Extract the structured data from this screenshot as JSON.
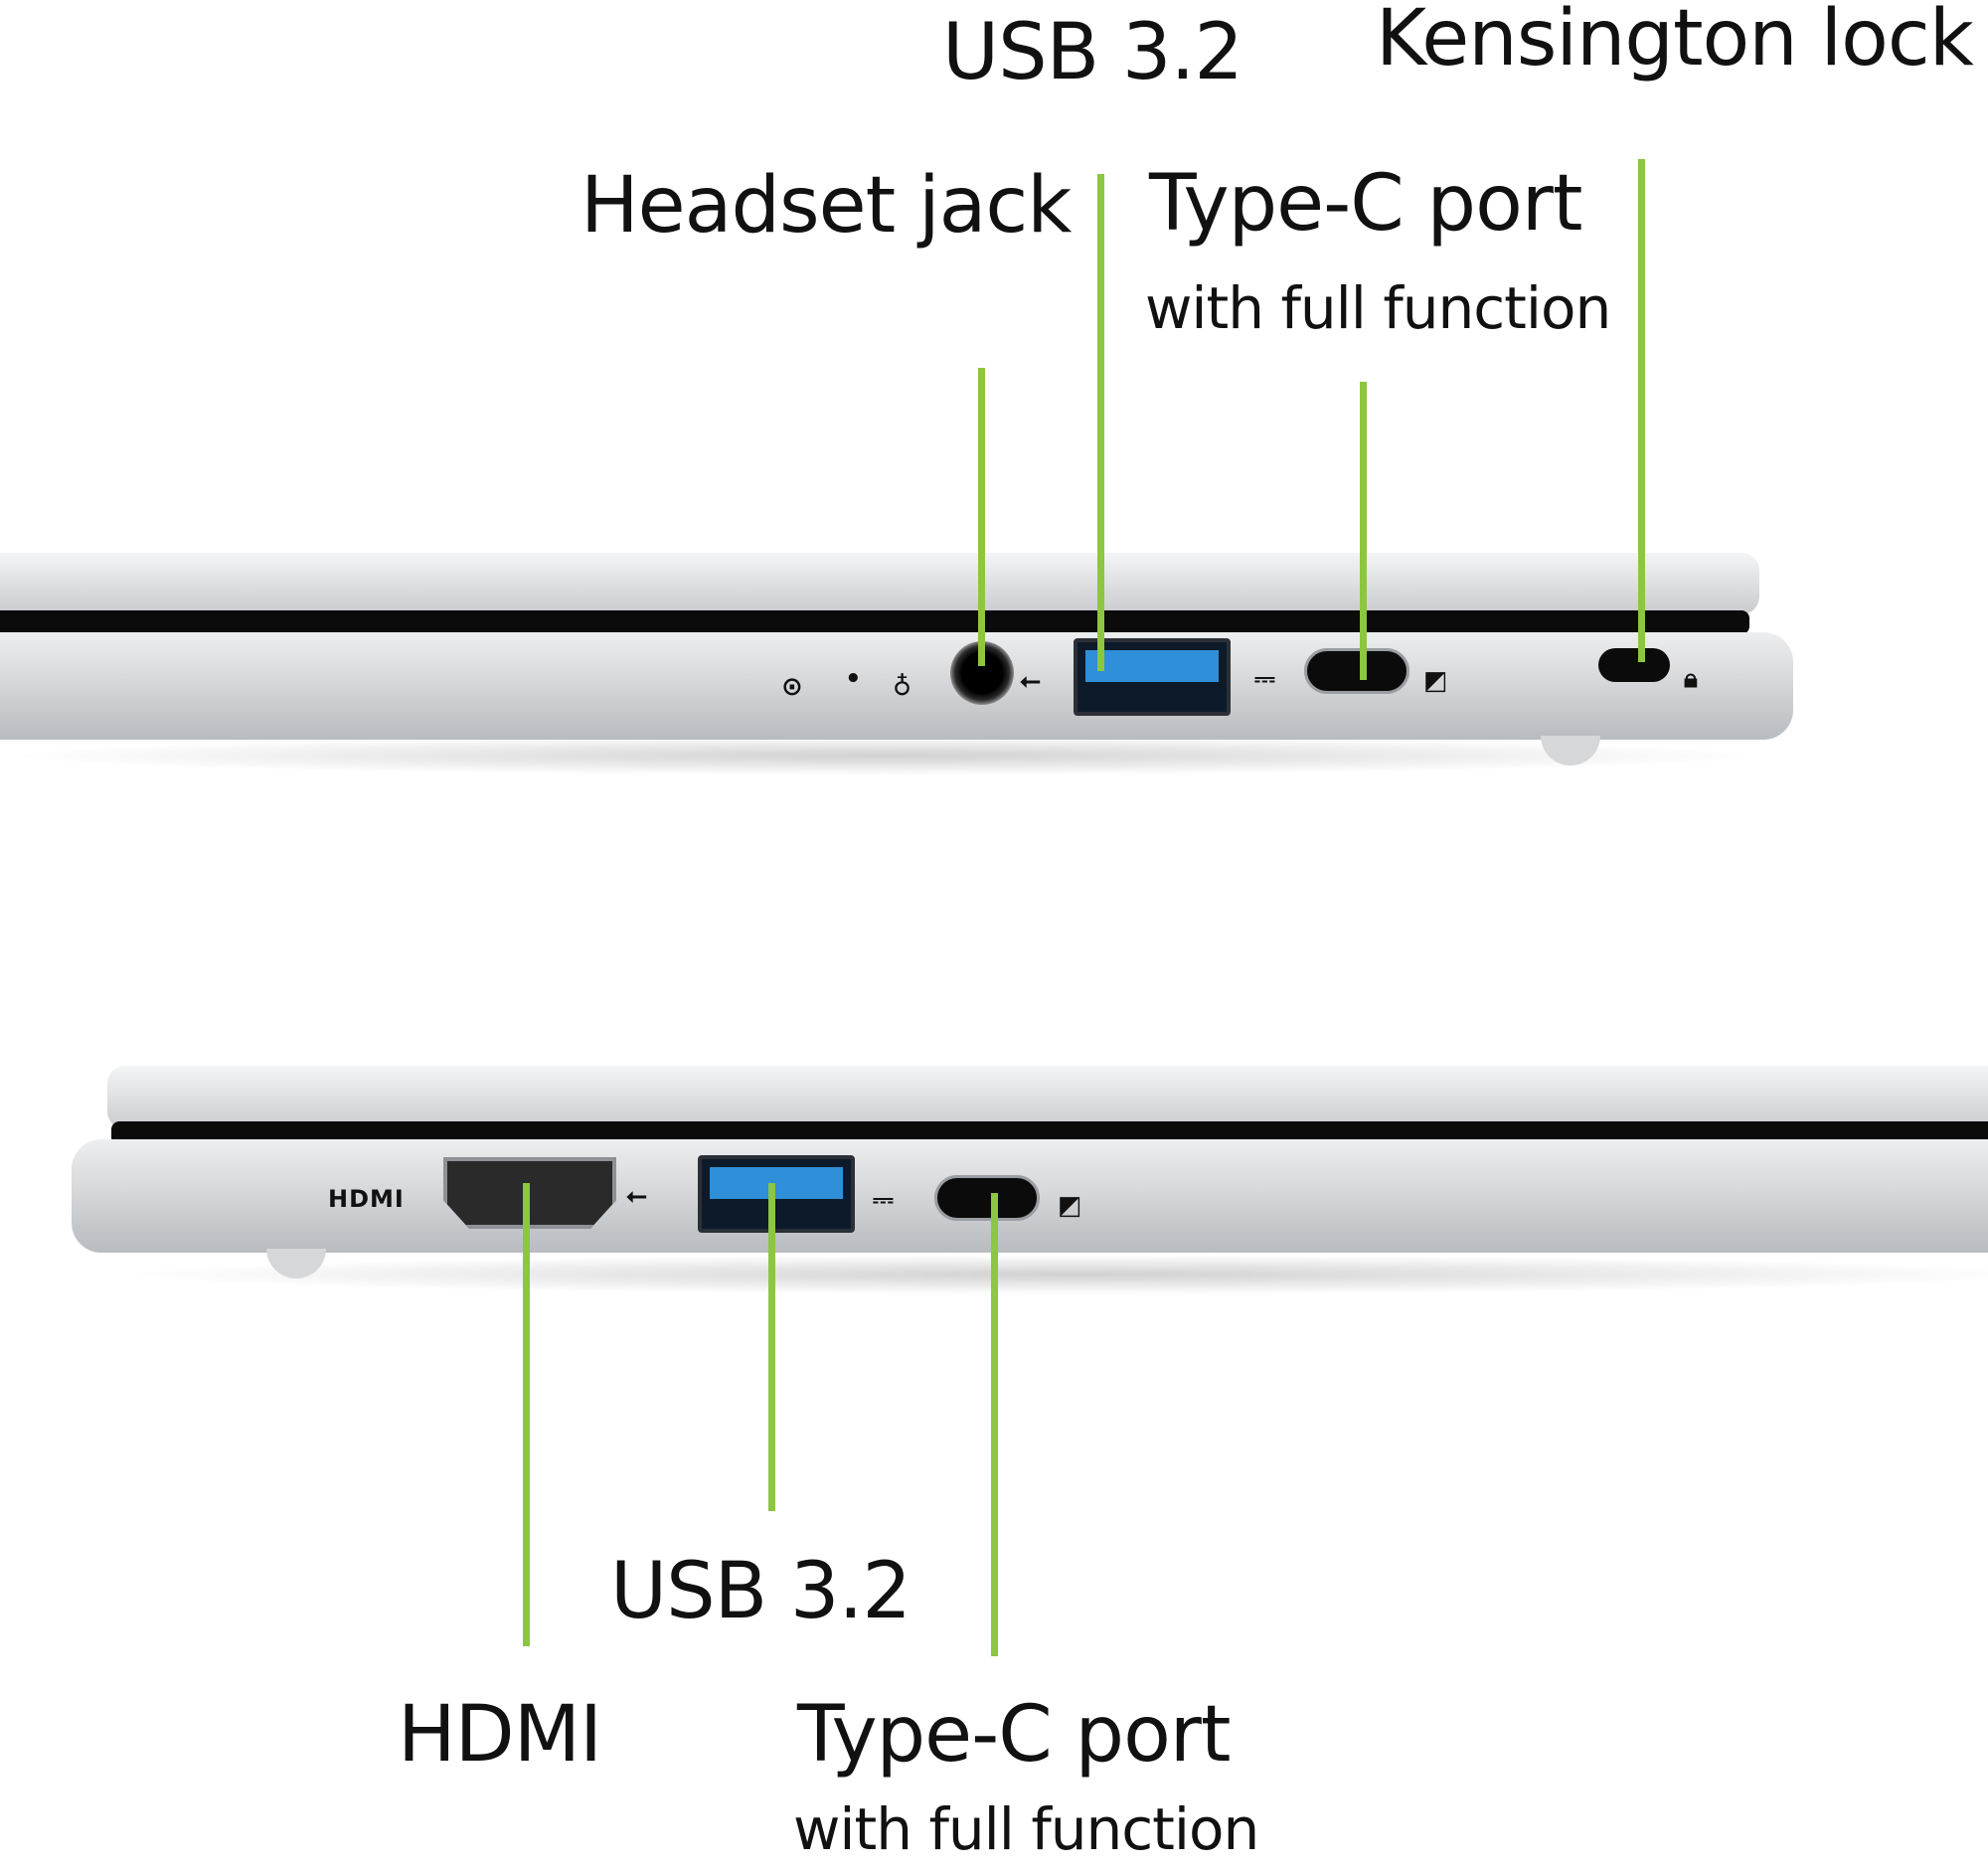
{
  "top_view": {
    "labels": {
      "usb": "USB 3.2",
      "kensington": "Kensington lock",
      "headset": "Headset jack",
      "typec_title": "Type-C port",
      "typec_sub": "with full function"
    },
    "port_icons": [
      "battery-icon",
      "led-icon",
      "headset-icon",
      "usb-icon",
      "dc-in-icon",
      "display-icon",
      "lock-icon"
    ]
  },
  "bottom_view": {
    "labels": {
      "hdmi": "HDMI",
      "usb": "USB 3.2",
      "typec_title": "Type-C port",
      "typec_sub": "with full function"
    },
    "port_icons": [
      "hdmi-icon",
      "usb-icon",
      "dc-in-icon",
      "display-icon"
    ],
    "hdmi_text": "HDMI"
  },
  "colors": {
    "leader_line": "#8dc63f",
    "usb_blue": "#2f8fd8",
    "chassis": "#d6d8da"
  }
}
